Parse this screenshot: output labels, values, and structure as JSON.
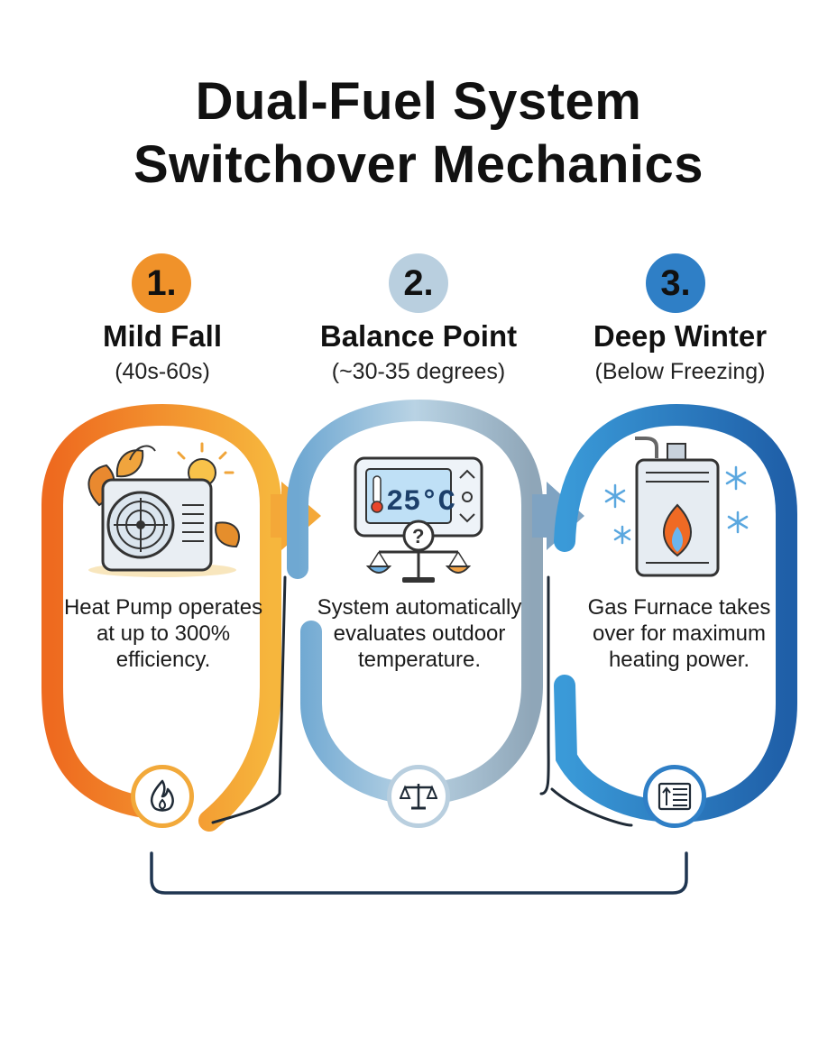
{
  "title": {
    "line1": "Dual-Fuel System",
    "line2": "Switchover Mechanics"
  },
  "stages": [
    {
      "number": "1.",
      "title": "Mild Fall",
      "subtitle": "(40s-60s)",
      "description": "Heat Pump operates at up to 300% efficiency.",
      "icon": "heat-pump-icon",
      "badge_icon": "flame-icon",
      "color": "#f0922a"
    },
    {
      "number": "2.",
      "title": "Balance Point",
      "subtitle": "(~30-35 degrees)",
      "description": "System automatically evaluates outdoor temperature.",
      "icon": "thermostat-scale-icon",
      "badge_icon": "scale-icon",
      "color": "#b9cfdf",
      "display": "25°C"
    },
    {
      "number": "3.",
      "title": "Deep Winter",
      "subtitle": "(Below Freezing)",
      "description": "Gas Furnace takes over for maximum heating power.",
      "icon": "gas-furnace-icon",
      "badge_icon": "temperature-exchange-icon",
      "color": "#2f7fc6"
    }
  ],
  "colors": {
    "orange": "#f0922a",
    "light_blue": "#b9cfdf",
    "blue": "#2f7fc6",
    "navy": "#1f3550"
  }
}
